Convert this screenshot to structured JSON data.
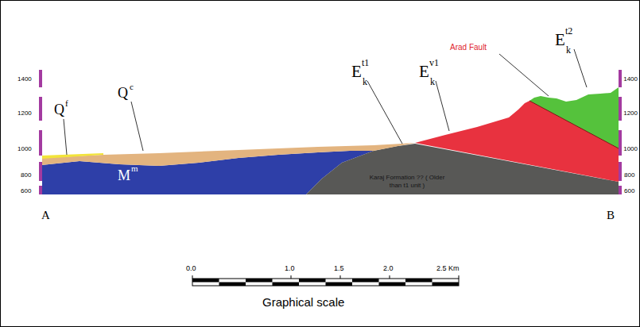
{
  "diagram": {
    "labels": [
      "Arad Fault",
      "E",
      "k",
      "t2",
      "E",
      "k",
      "t1",
      "E",
      "k",
      "v1",
      "Q",
      "f",
      "Q",
      "c",
      "M",
      "m",
      "Karaj Formation ?? ( Older than t1 unit )",
      "1400",
      "1200",
      "1000",
      "800",
      "600",
      "1400",
      "1200",
      "1000",
      "800",
      "600",
      "A",
      "B",
      "0.0",
      "1.0",
      "1.5",
      "2.0",
      "2.5 Km",
      "Graphical scale"
    ]
  }
}
